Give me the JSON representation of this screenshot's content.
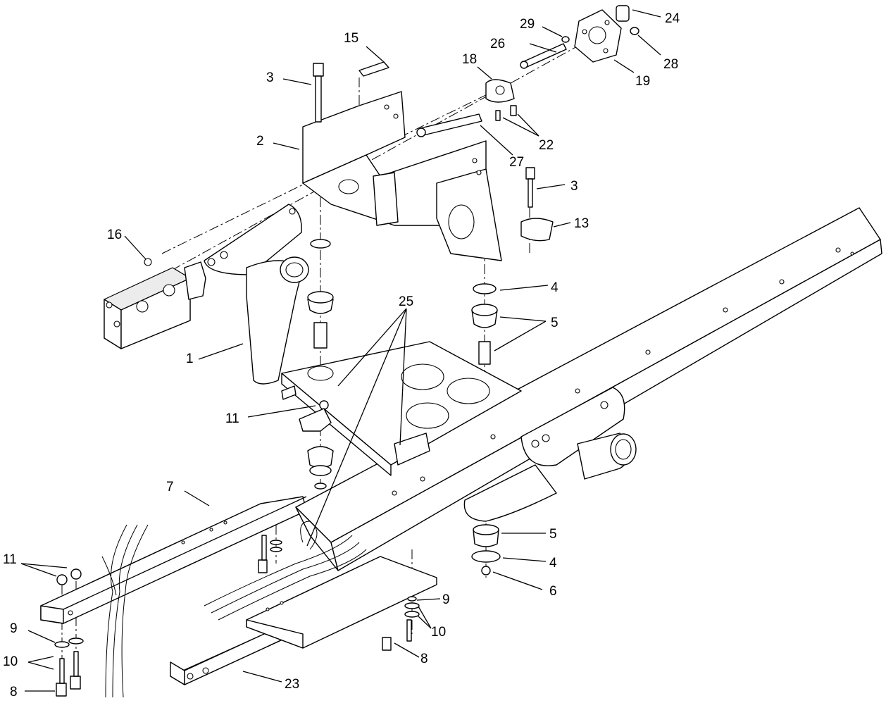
{
  "diagram": {
    "callouts": [
      {
        "id": "c-15",
        "text": "15"
      },
      {
        "id": "c-3a",
        "text": "3"
      },
      {
        "id": "c-2",
        "text": "2"
      },
      {
        "id": "c-29",
        "text": "29"
      },
      {
        "id": "c-26",
        "text": "26"
      },
      {
        "id": "c-24",
        "text": "24"
      },
      {
        "id": "c-28",
        "text": "28"
      },
      {
        "id": "c-19",
        "text": "19"
      },
      {
        "id": "c-18",
        "text": "18"
      },
      {
        "id": "c-22",
        "text": "22"
      },
      {
        "id": "c-27",
        "text": "27"
      },
      {
        "id": "c-3b",
        "text": "3"
      },
      {
        "id": "c-13",
        "text": "13"
      },
      {
        "id": "c-16",
        "text": "16"
      },
      {
        "id": "c-4a",
        "text": "4"
      },
      {
        "id": "c-25",
        "text": "25"
      },
      {
        "id": "c-5a",
        "text": "5"
      },
      {
        "id": "c-1",
        "text": "1"
      },
      {
        "id": "c-11a",
        "text": "11"
      },
      {
        "id": "c-7",
        "text": "7"
      },
      {
        "id": "c-5b",
        "text": "5"
      },
      {
        "id": "c-4b",
        "text": "4"
      },
      {
        "id": "c-6",
        "text": "6"
      },
      {
        "id": "c-11b",
        "text": "11"
      },
      {
        "id": "c-9a",
        "text": "9"
      },
      {
        "id": "c-10a",
        "text": "10"
      },
      {
        "id": "c-9b",
        "text": "9"
      },
      {
        "id": "c-10b",
        "text": "10"
      },
      {
        "id": "c-8a",
        "text": "8"
      },
      {
        "id": "c-8b",
        "text": "8"
      },
      {
        "id": "c-23",
        "text": "23"
      }
    ]
  }
}
